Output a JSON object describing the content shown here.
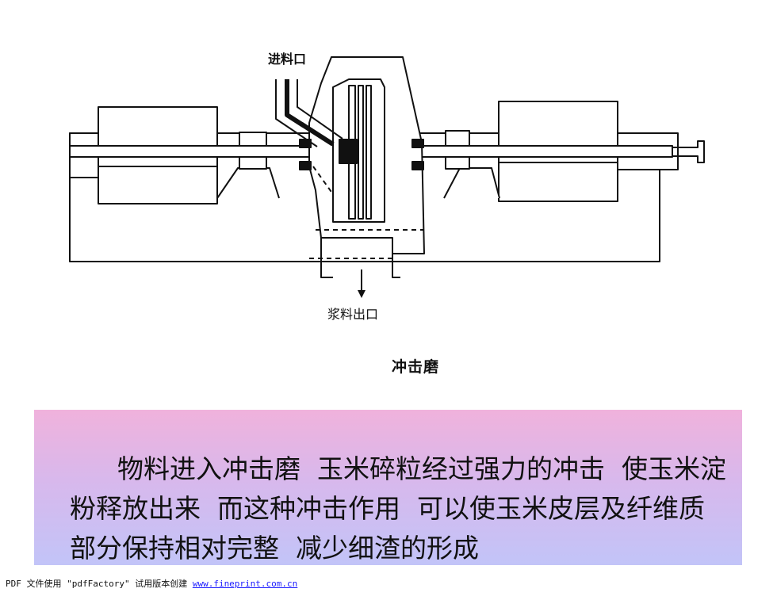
{
  "diagram": {
    "inlet_label": "进料口",
    "outlet_label": "浆料出口",
    "caption": "冲击磨"
  },
  "panel": {
    "text": "物料进入冲击磨  玉米碎粒经过强力的冲击  使玉米淀粉释放出来  而这种冲击作用  可以使玉米皮层及纤维质部分保持相对完整  减少细渣的形成"
  },
  "footer": {
    "prefix": "PDF 文件使用 \"pdfFactory\" 试用版本创建 ",
    "link": "www.fineprint.com.cn"
  },
  "colors": {
    "panel_top": "#f0b2dc",
    "panel_bottom": "#c2c4f8",
    "link": "#1a1aff"
  }
}
